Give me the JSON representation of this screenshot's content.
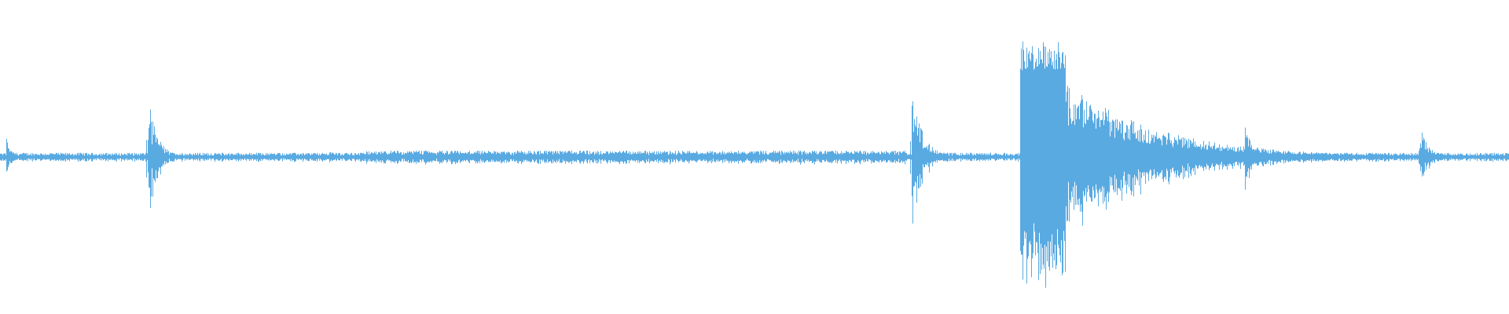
{
  "waveform": {
    "color": "#5aaae2",
    "background": "#ffffff",
    "baseline_noise_level": 0.02,
    "events": [
      {
        "t": 0.004,
        "amp": 0.15,
        "decay": 0.004,
        "kind": "click"
      },
      {
        "t": 0.098,
        "amp": 0.45,
        "decay": 0.006,
        "kind": "click"
      },
      {
        "t": 0.218,
        "amp": 0.06,
        "decay": 0.003,
        "kind": "click"
      },
      {
        "t": 0.604,
        "amp": 0.51,
        "decay": 0.007,
        "kind": "click"
      },
      {
        "t": 0.676,
        "amp": 0.82,
        "decay": 0.06,
        "kind": "burst"
      },
      {
        "t": 0.825,
        "amp": 0.22,
        "decay": 0.005,
        "kind": "click"
      },
      {
        "t": 0.862,
        "amp": 0.04,
        "decay": 0.003,
        "kind": "click"
      },
      {
        "t": 0.941,
        "amp": 0.25,
        "decay": 0.005,
        "kind": "click"
      }
    ],
    "noisy_region": {
      "start": 0.24,
      "end": 0.6,
      "level": 0.035
    }
  }
}
